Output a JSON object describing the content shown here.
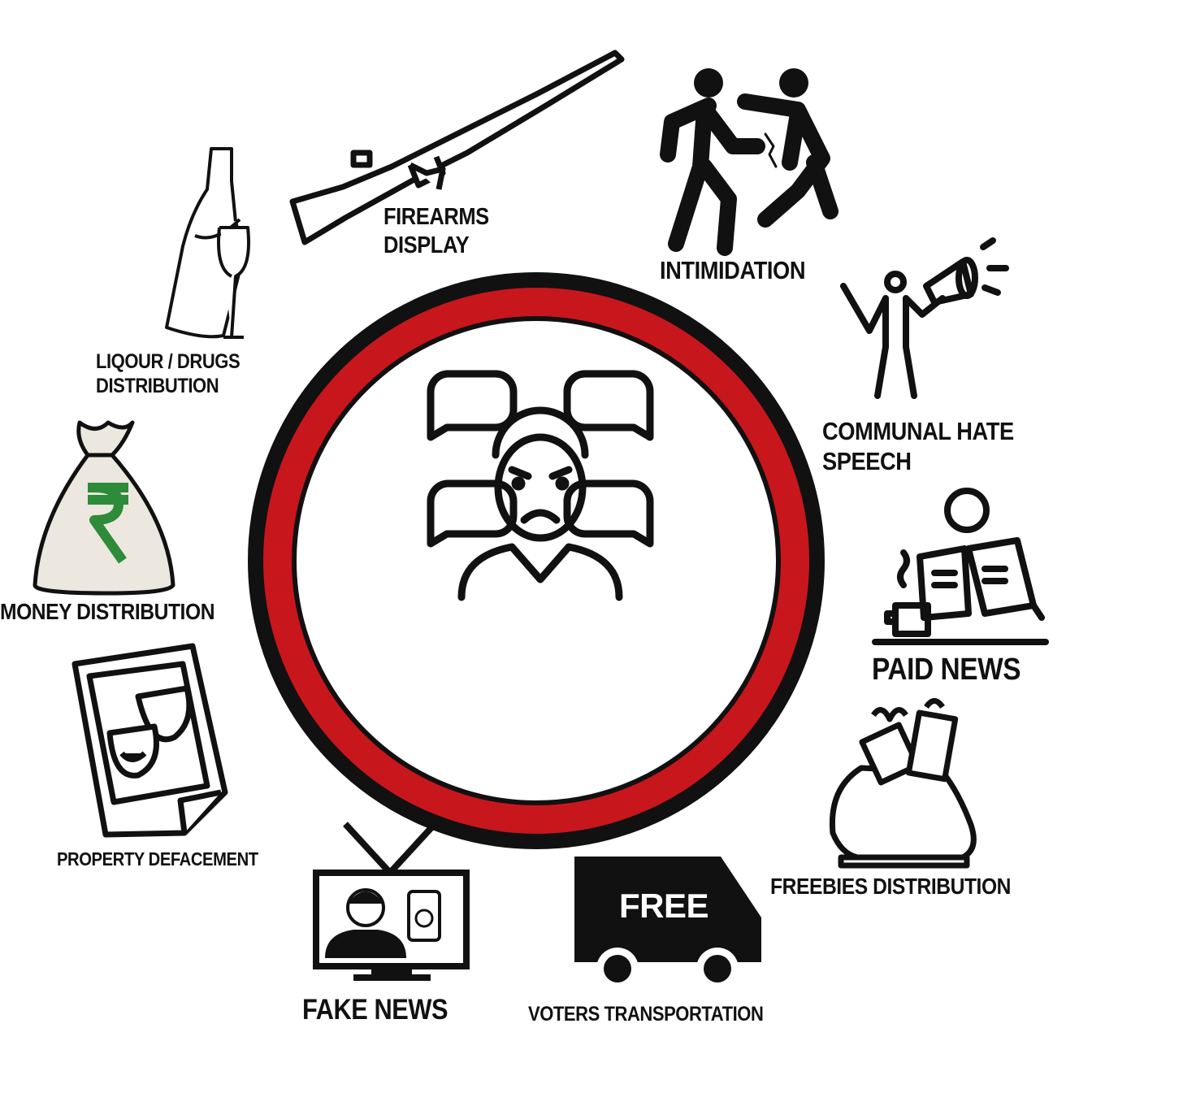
{
  "colors": {
    "ring_red": "#c8161d",
    "ink": "#111111",
    "money_green": "#2e8b3a",
    "bag_fill": "#ece8df"
  },
  "center": {
    "icon": "angry-person-speech-bubbles-icon"
  },
  "items": [
    {
      "key": "firearms",
      "icon": "rifle-icon",
      "lines": [
        "FIREARMS",
        "DISPLAY"
      ]
    },
    {
      "key": "intimidation",
      "icon": "fighting-people-icon",
      "lines": [
        "INTIMIDATION"
      ]
    },
    {
      "key": "hate_speech",
      "icon": "megaphone-person-icon",
      "lines": [
        "COMMUNAL HATE",
        "SPEECH"
      ]
    },
    {
      "key": "paid_news",
      "icon": "reading-newspaper-icon",
      "lines": [
        "PAID NEWS"
      ]
    },
    {
      "key": "freebies",
      "icon": "gift-sack-icon",
      "lines": [
        "FREEBIES DISTRIBUTION"
      ]
    },
    {
      "key": "transport",
      "icon": "truck-icon",
      "truck_text": "FREE",
      "lines": [
        "VOTERS TRANSPORTATION"
      ]
    },
    {
      "key": "fake_news",
      "icon": "television-icon",
      "lines": [
        "FAKE NEWS"
      ]
    },
    {
      "key": "defacement",
      "icon": "theatre-masks-poster-icon",
      "lines": [
        "PROPERTY DEFACEMENT"
      ]
    },
    {
      "key": "money",
      "icon": "rupee-money-bag-icon",
      "lines": [
        "MONEY DISTRIBUTION"
      ]
    },
    {
      "key": "liquor",
      "icon": "bottle-glass-icon",
      "lines": [
        "LIQOUR / DRUGS",
        "DISTRIBUTION"
      ]
    }
  ]
}
